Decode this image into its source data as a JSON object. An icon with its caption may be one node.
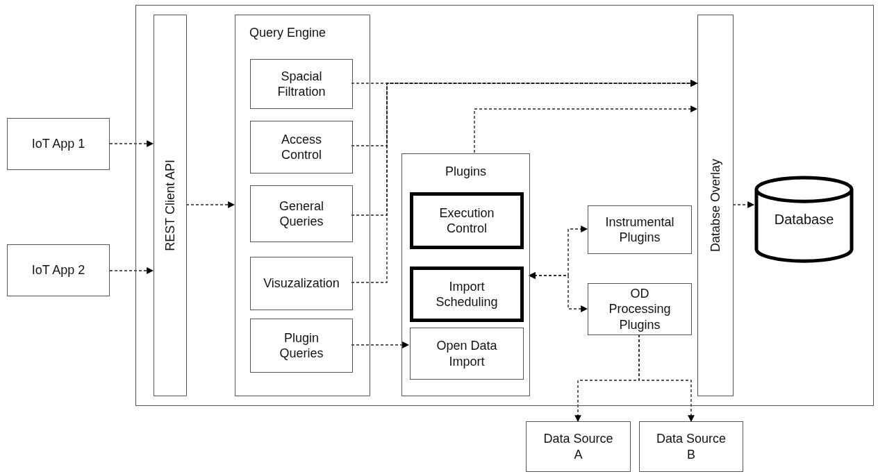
{
  "diagram": {
    "nodes": [
      {
        "text": [],
        "shape": "box"
      },
      {
        "text": [
          "IoT App 1"
        ]
      },
      {
        "text": [
          "IoT App 2"
        ]
      },
      {
        "text": [
          "REST Client API"
        ],
        "in": 0
      },
      {
        "text": [
          "Query Engine"
        ],
        "in": 0
      },
      {
        "text": [
          "Spacial Filtration"
        ],
        "in": 4
      },
      {
        "text": [
          "Access Control"
        ],
        "in": 4
      },
      {
        "text": [
          "General Queries"
        ],
        "in": 4
      },
      {
        "text": [
          "Visuzalization"
        ],
        "in": 4
      },
      {
        "text": [
          "Plugin Queries"
        ],
        "in": 4
      },
      {
        "text": [
          "Plugins"
        ],
        "in": 0
      },
      {
        "text": [
          "Execution Control"
        ],
        "in": 10
      },
      {
        "text": [
          "Import Scheduling"
        ],
        "in": 10
      },
      {
        "text": [
          "Open Data Import"
        ],
        "in": 10
      },
      {
        "text": [
          "Instrumental Plugins"
        ],
        "in": 0
      },
      {
        "text": [
          "OD Processing Plugins"
        ],
        "in": 0
      },
      {
        "text": [
          "Databse Overlay"
        ],
        "in": 0
      },
      {
        "text": [
          "Database"
        ],
        "in": 0
      },
      {
        "text": [
          "Data Source A"
        ]
      },
      {
        "text": [
          "Data Source B"
        ]
      }
    ],
    "edges": [
      {
        "from": 1,
        "to": 3,
        "arrow": "to",
        "style": "dashed"
      },
      {
        "from": 2,
        "to": 3,
        "arrow": "to",
        "style": "dashed"
      },
      {
        "from": 3,
        "to": 4,
        "arrow": "to",
        "style": "dashed"
      },
      {
        "from": 5,
        "to": 16,
        "arrow": "to",
        "style": "dashed"
      },
      {
        "from": 6,
        "to": 16,
        "arrow": "to",
        "style": "dashed"
      },
      {
        "from": 7,
        "to": 16,
        "arrow": "to",
        "style": "dashed"
      },
      {
        "from": 8,
        "to": 16,
        "arrow": "to",
        "style": "dashed"
      },
      {
        "from": 10,
        "to": 16,
        "arrow": "to",
        "style": "dashed"
      },
      {
        "from": 9,
        "to": 13,
        "arrow": "to",
        "style": "dashed"
      },
      {
        "from": 16,
        "to": 17,
        "arrow": "to",
        "style": "dashed"
      },
      {
        "from": 10,
        "to": 14,
        "arrow": "both",
        "style": "dashed"
      },
      {
        "from": 10,
        "to": 15,
        "arrow": "both",
        "style": "dashed"
      },
      {
        "from": 15,
        "to": 18,
        "arrow": "to",
        "style": "dashed"
      },
      {
        "from": 15,
        "to": 19,
        "arrow": "to",
        "style": "dashed"
      }
    ]
  }
}
